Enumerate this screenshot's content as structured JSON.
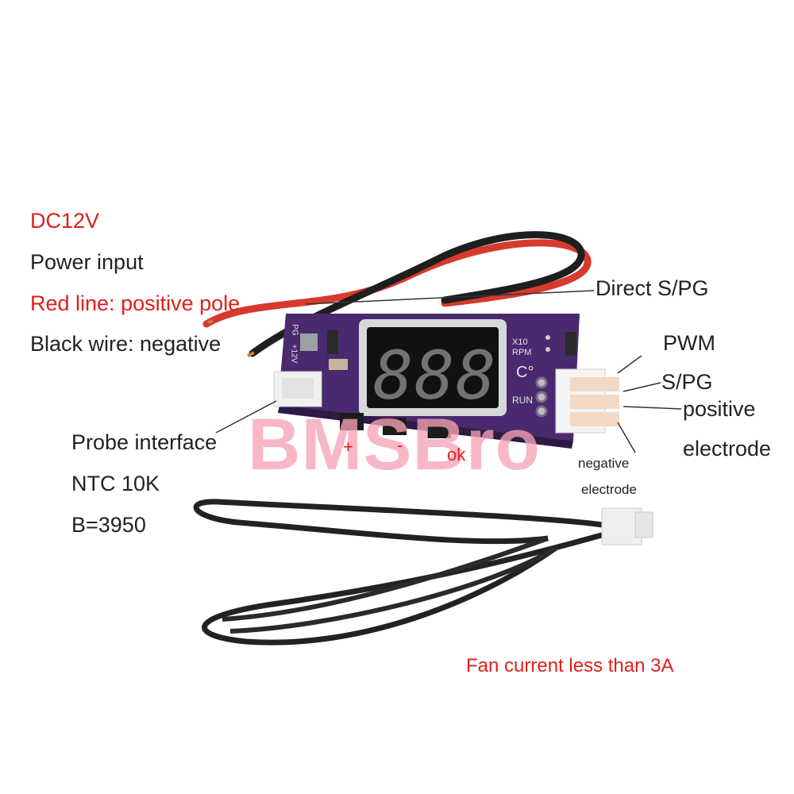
{
  "labels": {
    "dc12v": "DC12V",
    "power_input": "Power input",
    "red_line": "Red line: positive pole",
    "black_wire": "Black wire: negative",
    "direct_spg": "Direct S/PG",
    "pwm": "PWM",
    "spg": "S/PG",
    "positive": "positive",
    "electrode": "electrode",
    "negative": "negative",
    "negative_electrode": "electrode",
    "probe_interface": "Probe interface",
    "ntc": "NTC 10K",
    "b_value": "B=3950",
    "fan_current": "Fan current less than 3A"
  },
  "buttons": {
    "plus": "+",
    "minus": "-",
    "ok": "ok"
  },
  "board_print": {
    "x10": "X10",
    "rpm": "RPM",
    "celsius": "C°",
    "run": "RUN",
    "pg": "PG",
    "v12": "+12V"
  },
  "display": {
    "digits": [
      "8",
      "8",
      "8"
    ]
  },
  "watermark": "BMSBro",
  "colors": {
    "label_red": "#e0201c",
    "label_dark": "#222222",
    "pcb": "#4a2a6e",
    "watermark": "#f7a3b8"
  }
}
